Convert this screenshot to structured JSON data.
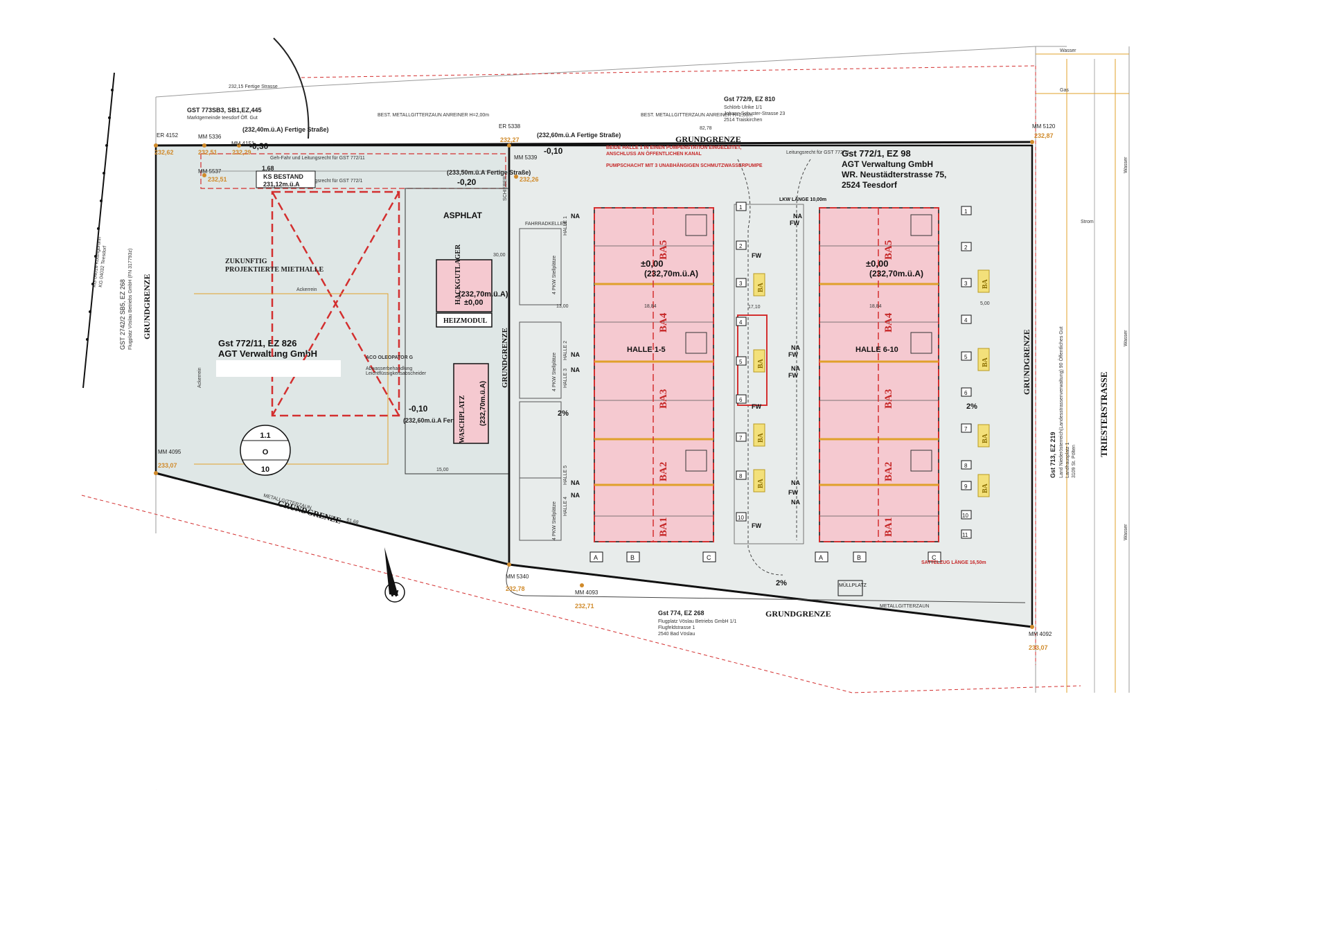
{
  "colors": {
    "paper": "#ffffff",
    "plot": "#dfe7e6",
    "hall": "#f5c9d0",
    "boundary": "#111111",
    "red_line": "#d32f2f",
    "orange": "#e0a02a",
    "elevation": "#d08a2a",
    "grey_line": "#888888"
  },
  "labels": {
    "grundgrenze": "GRUNDGRENZE",
    "triesterstrasse": "TRIESTERSTRASSE",
    "fertige_strasse_top": "232,15 Fertige Strasse",
    "asphlat": "ASPHLAT",
    "zukunftig_1": "ZUKUNFTIG",
    "zukunftig_2": "PROJEKTIERTE MIETHALLE",
    "ackerrein": "Ackerrein",
    "hackgutlager": "HACKGUTLAGER",
    "heizmodul": "HEIZMODUL",
    "waschplatz": "WASCHPLATZ",
    "halle_1_5": "HALLE 1-5",
    "halle_6_10": "HALLE 6-10",
    "ba1": "BA1",
    "ba2": "BA2",
    "ba3": "BA3",
    "ba4": "BA4",
    "ba5": "BA5",
    "ba": "BA",
    "fw": "FW",
    "na": "NA",
    "pct2": "2%",
    "zero_level": "±0,00",
    "level_23270": "(232,70m.ü.A)",
    "level_23270_waschplatz": "(232,70m.ü.A)",
    "dim_1884": "18,84",
    "dim_1300": "13,00",
    "dim_500": "5,00",
    "dim_1500": "15,00",
    "dim_3000": "30,00",
    "dim_1710": "17,10",
    "dim_8278": "82,78",
    "dim_6168": "61,68",
    "sattelzug": "SATTELZUG LÄNGE 16,50m",
    "lkw_laenge": "LKW LÄNGE 10,00m",
    "metallgitterzaun": "METALLGITTERZAUN",
    "bestand_zaun": "BEST. METALLGITTERZAUN ANREINER H=2,00m",
    "wasser": "Wasser",
    "gas": "Gas",
    "strom": "Strom",
    "halle1": "HALLE 1",
    "halle2": "HALLE 2",
    "halle3": "HALLE 3",
    "halle4": "HALLE 4",
    "halle5": "HALLE 5",
    "pkw_stellplaetze": "4 PKW Stellplätze",
    "stellplatz_numbers": [
      "1",
      "2",
      "3",
      "4",
      "5",
      "6",
      "7",
      "8",
      "9",
      "10",
      "11"
    ],
    "axis_a": "A",
    "axis_b": "B",
    "axis_c": "C",
    "mullplatz": "MÜLLPLATZ",
    "schieber": "SCHIEBER",
    "fahrradkeller": "FAHRRADKELLER"
  },
  "parcels": {
    "gst_773": {
      "title": "GST 773SB3, SB1,EZ,445",
      "owner": "Marktgemeinde teesdorf Öff. Gut"
    },
    "gst_772_9": {
      "title": "Gst 772/9, EZ 810",
      "line1": "Schlörb Ulrike 1/1",
      "line2": "Johann Schuster-Strasse 23",
      "line3": "2514 Traiskirchen"
    },
    "gst_772_1": {
      "title": "Gst 772/1, EZ 98",
      "line1": "AGT Verwaltung GmbH",
      "line2": "WR. Neustädterstrasse 75,",
      "line3": "2524 Teesdorf"
    },
    "gst_772_11": {
      "title": "Gst 772/11, EZ 826",
      "owner": "AGT Verwaltung GmbH"
    },
    "gst_774": {
      "title": "Gst 774, EZ 268",
      "line1": "Flugplatz Vöslau Betriebs GmbH 1/1",
      "line2": "Flugfeldstrasse 1",
      "line3": "2540 Bad Vöslau"
    },
    "gst_713": {
      "title": "Gst 713, EZ 219",
      "line1": "Land Niederösterreich(Landesstrassenverwaltung) 90 Öffentliches Gut",
      "line2": "Landhausplatz 1",
      "line3": "3109 St. Pölten"
    },
    "gst_2742": {
      "title": "GST 2742/2 SB5, EZ 268",
      "line1": "Flugplatz Vöslau Betriebs GmbH (FN 317793z)"
    },
    "kg": {
      "line1": "KG 04016 Kottingbrunn",
      "line2": "KG 04032 Teesdorf"
    }
  },
  "survey_points": [
    {
      "id": "ER 4152",
      "elev": "232,62"
    },
    {
      "id": "MM 5336",
      "elev": "232,51"
    },
    {
      "id": "MM 4151",
      "elev": "232,29"
    },
    {
      "id": "MM 5537",
      "elev": "232,51"
    },
    {
      "id": "ER 5338",
      "elev": "232,27"
    },
    {
      "id": "MM 5339",
      "elev": "232,26"
    },
    {
      "id": "MM 5120",
      "elev": "232,87"
    },
    {
      "id": "MM 4095",
      "elev": "233,07"
    },
    {
      "id": "MM 5340",
      "elev": "232,78"
    },
    {
      "id": "MM 4093",
      "elev": "232,71"
    },
    {
      "id": "MM 4092",
      "elev": "233,07"
    }
  ],
  "levels": {
    "p1": "(232,40m.ü.A) Fertige Straße)",
    "p1_val": "-0,30",
    "p2": "(233,50m.ü.A Fertige Straße)",
    "p2_val": "-0,20",
    "p3": "(232,60m.ü.A Fertige Straße)",
    "p3_val": "-0,10",
    "p4": "(232,60m.ü.A Fertige Straße)",
    "p4_val": "-0,10",
    "ks_bestand": "KS BESTAND",
    "ks_val": "231,12m.ü.A",
    "ks_168": "1,68"
  },
  "easements": {
    "e1": "Geh-Fahr und Leitungsrecht für GST 772/11",
    "e2": "Geh-Fahr und Leitungsrecht für GST 772/1",
    "e3": "Leitungsrecht für GST 772/11"
  },
  "pump_note": {
    "line1": "BEIDE HALLE 1 IN EINEN PUMPENSTATION EINGELEITET,",
    "line2": "ANSCHLUSS AN ÖFFENTLICHEN KANAL",
    "line3": "PUMPSCHACHT MIT 3 UNABHÄNGIGEN SCHMUTZWASSERPUMPE"
  },
  "aco_note": {
    "line1": "ACO OLEOPATOR G",
    "line2": "Abwasserbehandlung",
    "line3": "Leichtflüssigkeitsabscheider"
  },
  "stamp": {
    "top": "1.1",
    "middle": "O",
    "bottom": "10"
  },
  "north": {
    "letter": "W"
  }
}
